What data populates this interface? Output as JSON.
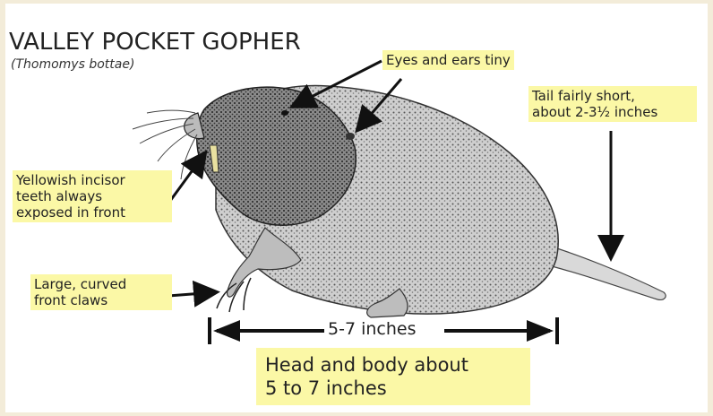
{
  "title": "VALLEY POCKET GOPHER",
  "subtitle": "(Thomomys bottae)",
  "labels": {
    "eyes": "Eyes and ears tiny",
    "tail_line1": "Tail fairly short,",
    "tail_line2": "about 2-3½ inches",
    "teeth_line1": "Yellowish incisor",
    "teeth_line2": "teeth always",
    "teeth_line3": "exposed in front",
    "claws_line1": "Large, curved",
    "claws_line2": "front claws",
    "measure": "5-7 inches",
    "head_line1": "Head and body about",
    "head_line2": "5 to 7 inches"
  },
  "colors": {
    "background": "#f3ecd9",
    "label_fill": "#fbf8a6",
    "ink": "#222222"
  }
}
